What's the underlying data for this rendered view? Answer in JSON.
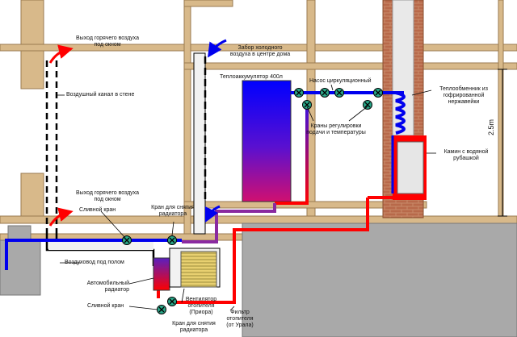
{
  "labels": {
    "hot_air_top": [
      "Выход горячего воздуха",
      "под окном"
    ],
    "cold_air_intake": [
      "Забор холодного",
      "воздуха в центре дома"
    ],
    "air_channel": "Воздушный канал в стене",
    "accumulator": "Теплоаккумулятор 400л",
    "pump": "Насос циркуляционный",
    "heat_exchanger": [
      "Теплообменник из",
      "гофрированной",
      "нержавейки"
    ],
    "valves_control": [
      "Краны регулировки",
      "подачи и температуры"
    ],
    "height": "2.5m",
    "fireplace": [
      "Камин с водяной",
      "рубашкой"
    ],
    "hot_air_bottom": [
      "Выход горячего воздуха",
      "под окном"
    ],
    "drain_valve_top": "Сливной кран",
    "radiator_valve_top": [
      "Кран для снятия",
      "радиатора"
    ],
    "underfloor_duct": "Воздуховод под полом",
    "car_radiator": [
      "Автомобильный",
      "радиатор"
    ],
    "drain_valve_bottom": "Сливной кран",
    "heater_fan": [
      "Вентилятор",
      "отопителя",
      "(Приора)"
    ],
    "heater_filter": [
      "Фильтр",
      "отопителя",
      "(от Урала)"
    ],
    "radiator_valve_bottom": [
      "Кран для снятия",
      "радиатора"
    ]
  },
  "colors": {
    "hot": "#ff0000",
    "cold": "#0000ee",
    "wood": "#d8b98a",
    "wood_edge": "#9a7a50",
    "ground": "#a9a9a9",
    "valve": "#2aa889",
    "duct": "#f2f2f2",
    "purple": "#8a2aa0"
  }
}
